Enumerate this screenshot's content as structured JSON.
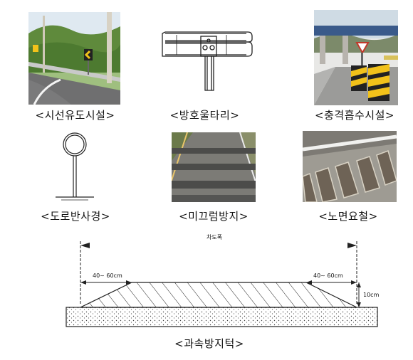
{
  "captions": {
    "delineator": "<시선유도시설>",
    "guardrail": "<방호울타리>",
    "crash_cushion": "<충격흡수시설>",
    "mirror": "<도로반사경>",
    "anti_slip": "<미끄럼방지>",
    "rumble": "<노면요철>",
    "speed_hump": "<과속방지턱>"
  },
  "hump": {
    "road_width_label": "차도폭",
    "left_len": "40~ 60cm",
    "right_len": "40~ 60cm",
    "height": "10cm"
  },
  "colors": {
    "sky": "#d9e6ef",
    "foliage": "#5f8a3c",
    "road": "#6f6f70",
    "chevron_yellow": "#f2c21a",
    "asphalt": "#5a5a5a"
  }
}
